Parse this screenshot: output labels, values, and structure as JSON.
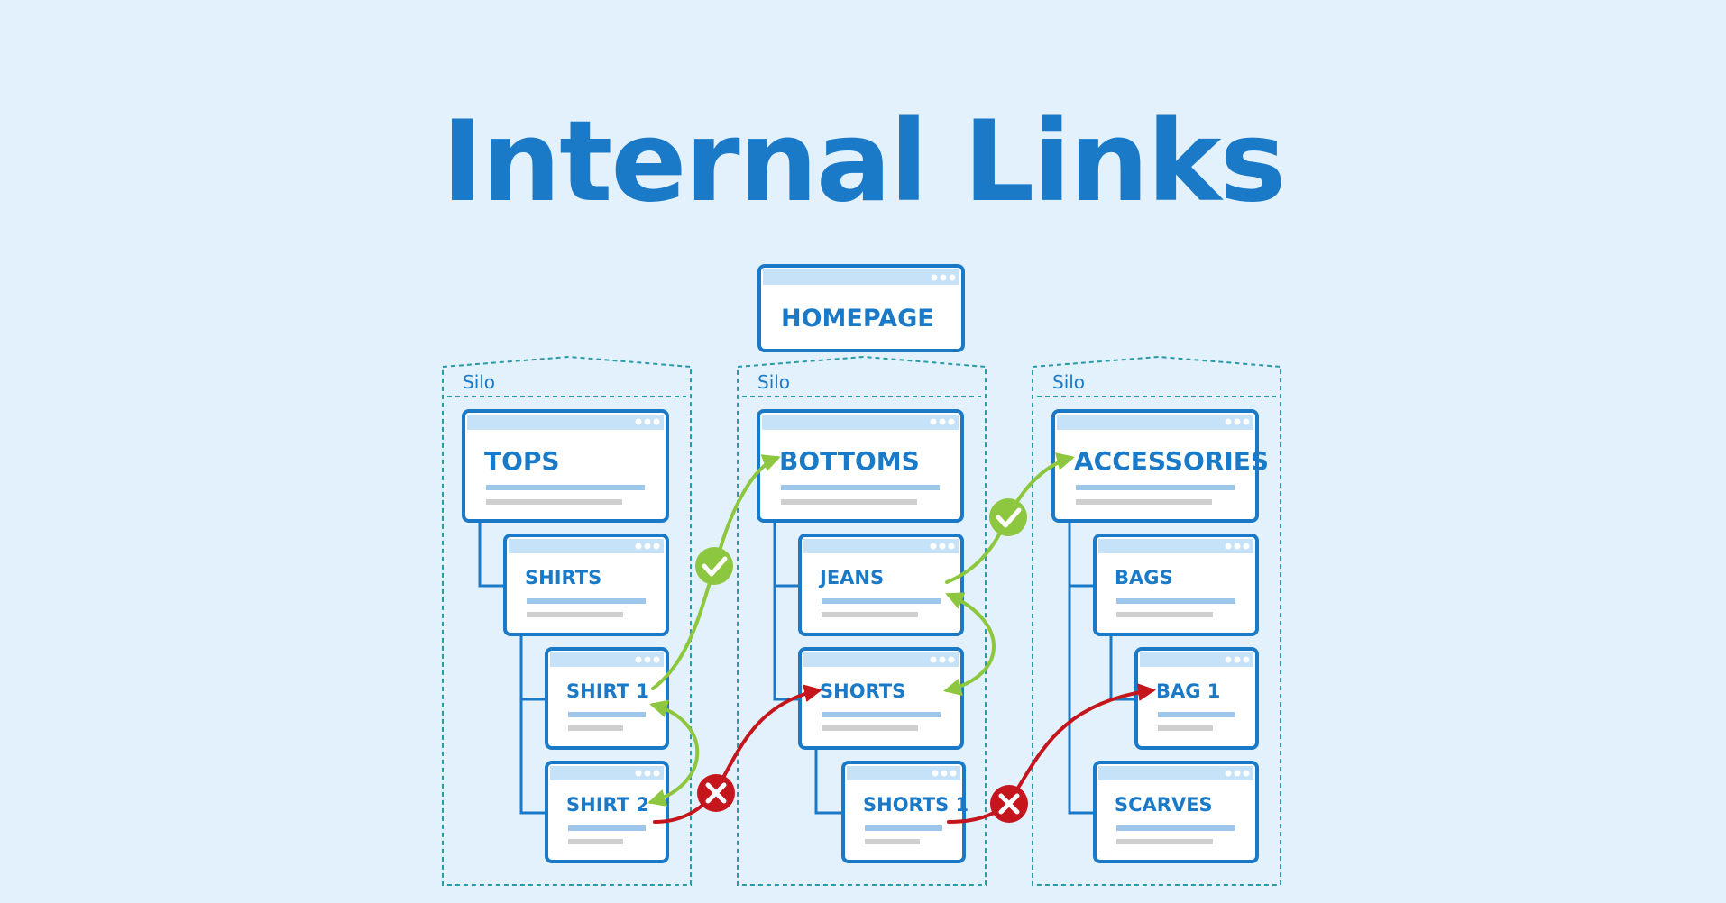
{
  "title": "Internal Links",
  "colors": {
    "primary": "#1b7ac8",
    "background": "#e3f1fc",
    "good_link": "#8dc63f",
    "bad_link": "#c4161c"
  },
  "homepage": {
    "label": "HOMEPAGE"
  },
  "silos": [
    {
      "label": "Silo",
      "category": "TOPS",
      "subcategory": "SHIRTS",
      "pages": [
        "SHIRT 1",
        "SHIRT 2"
      ]
    },
    {
      "label": "Silo",
      "category": "BOTTOMS",
      "subcategory": "JEANS",
      "pages": [
        "SHORTS",
        "SHORTS 1"
      ]
    },
    {
      "label": "Silo",
      "category": "ACCESSORIES",
      "subcategory": "BAGS",
      "pages": [
        "BAG 1",
        "SCARVES"
      ]
    }
  ],
  "links": [
    {
      "from": "SHIRT 1",
      "to": "BOTTOMS",
      "status": "allowed",
      "icon": "check-icon"
    },
    {
      "from": "SHIRT 2",
      "to": "SHIRT 1",
      "status": "allowed",
      "icon": "none"
    },
    {
      "from": "SHIRT 2",
      "to": "SHORTS",
      "status": "not-allowed",
      "icon": "cross-icon"
    },
    {
      "from": "JEANS",
      "to": "ACCESSORIES",
      "status": "allowed",
      "icon": "check-icon"
    },
    {
      "from": "JEANS",
      "to": "SHORTS",
      "status": "allowed",
      "icon": "none"
    },
    {
      "from": "SHORTS 1",
      "to": "BAG 1",
      "status": "not-allowed",
      "icon": "cross-icon"
    }
  ]
}
